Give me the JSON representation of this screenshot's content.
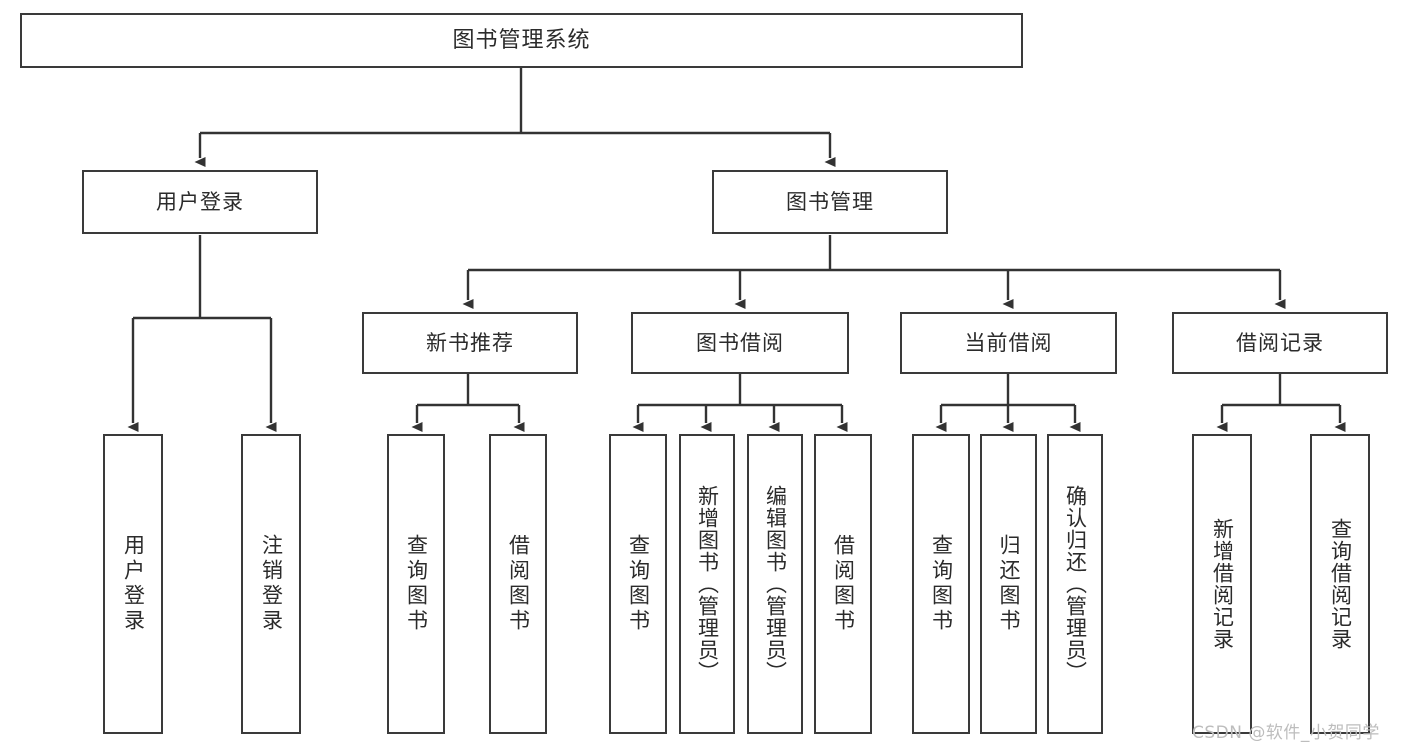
{
  "diagram": {
    "title": "图书管理系统",
    "type": "tree-hierarchy",
    "orientation": "top-down",
    "colors": {
      "node_border": "#3a3a3a",
      "node_fill": "#ffffff",
      "edge": "#333333",
      "text": "#2b2b2b",
      "watermark": "#bdbdbd",
      "background": "#ffffff"
    },
    "root": {
      "label": "图书管理系统"
    },
    "level2": [
      {
        "label": "用户登录"
      },
      {
        "label": "图书管理"
      }
    ],
    "level3": [
      {
        "label": "新书推荐"
      },
      {
        "label": "图书借阅"
      },
      {
        "label": "当前借阅"
      },
      {
        "label": "借阅记录"
      }
    ],
    "leaves": {
      "user_login": [
        {
          "label": "用户登录"
        },
        {
          "label": "注销登录"
        }
      ],
      "new_book": [
        {
          "label": "查询图书"
        },
        {
          "label": "借阅图书"
        }
      ],
      "book_borrow": [
        {
          "label": "查询图书"
        },
        {
          "label": "新增图书（管理员）"
        },
        {
          "label": "编辑图书（管理员）"
        },
        {
          "label": "借阅图书"
        }
      ],
      "current_borrow": [
        {
          "label": "查询图书"
        },
        {
          "label": "归还图书"
        },
        {
          "label": "确认归还（管理员）"
        }
      ],
      "borrow_record": [
        {
          "label": "新增借阅记录"
        },
        {
          "label": "查询借阅记录"
        }
      ]
    }
  },
  "watermark": {
    "text": "CSDN @软件_小贺同学"
  }
}
